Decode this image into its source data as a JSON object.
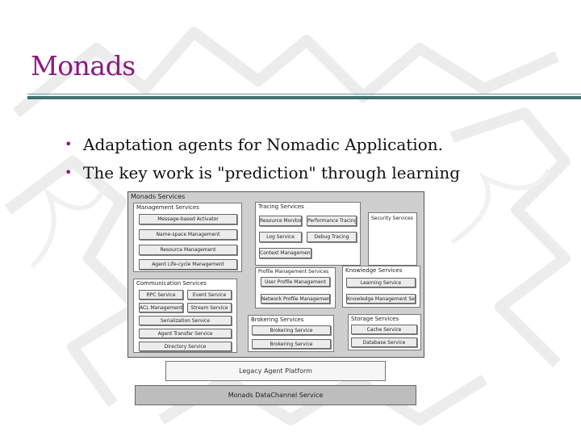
{
  "slide": {
    "title": "Monads",
    "bullets": [
      "Adaptation agents for Nomadic Application.",
      "The key work is \"prediction\" through learning"
    ],
    "colors": {
      "title": "#8b1a7e",
      "rule": "#3f7070",
      "bullet": "#8b1a7e"
    }
  },
  "diagram": {
    "outer_label": "Monads Services",
    "management": {
      "label": "Management Services",
      "items": [
        "Message-based Activator",
        "Name-space Management",
        "Resource Management",
        "Agent Life-cycle Management"
      ]
    },
    "tracing": {
      "label": "Tracing Services",
      "items": [
        "Resource Monitor",
        "Performance Tracing",
        "Log Service",
        "Debug Tracing",
        "Context Management"
      ]
    },
    "security": {
      "label": "Security Services"
    },
    "communication": {
      "label": "Communication Services",
      "items": [
        "RPC Service",
        "Event Service",
        "ACL Management",
        "Stream Service",
        "Serialization Service",
        "Agent Transfer Service",
        "Directory Service"
      ]
    },
    "profile": {
      "label": "Profile Management Services",
      "items": [
        "User Profile Management",
        "Network Profile Management"
      ]
    },
    "knowledge": {
      "label": "Knowledge Services",
      "items": [
        "Learning Service",
        "Knowledge Management Service"
      ]
    },
    "brokering": {
      "label": "Brokering Services",
      "items": [
        "Brokering Service",
        "Brokering Service"
      ]
    },
    "storage": {
      "label": "Storage Services",
      "items": [
        "Cache Service",
        "Database Service"
      ]
    },
    "legacy": "Legacy Agent Platform",
    "channel": "Monads DataChannel Service"
  }
}
